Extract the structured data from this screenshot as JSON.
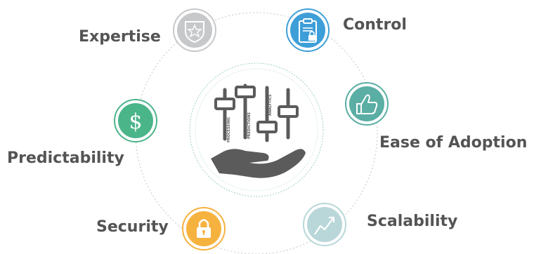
{
  "center": {
    "slider_labels": [
      "PROCESSING",
      "PREDICTIONS",
      "ANALYTICS"
    ]
  },
  "nodes": [
    {
      "id": "expertise",
      "label": "Expertise",
      "icon": "shield-star-icon",
      "color": "#c7c8ca"
    },
    {
      "id": "control",
      "label": "Control",
      "icon": "clipboard-lock-icon",
      "color": "#3e9fd8"
    },
    {
      "id": "ease",
      "label": "Ease of Adoption",
      "icon": "thumbs-up-icon",
      "color": "#5aaea4"
    },
    {
      "id": "scalability",
      "label": "Scalability",
      "icon": "growth-chart-icon",
      "color": "#b9d7d9"
    },
    {
      "id": "security",
      "label": "Security",
      "icon": "padlock-icon",
      "color": "#f6b23f"
    },
    {
      "id": "predictability",
      "label": "Predictability",
      "icon": "dollar-icon",
      "color": "#4bb58a"
    }
  ]
}
